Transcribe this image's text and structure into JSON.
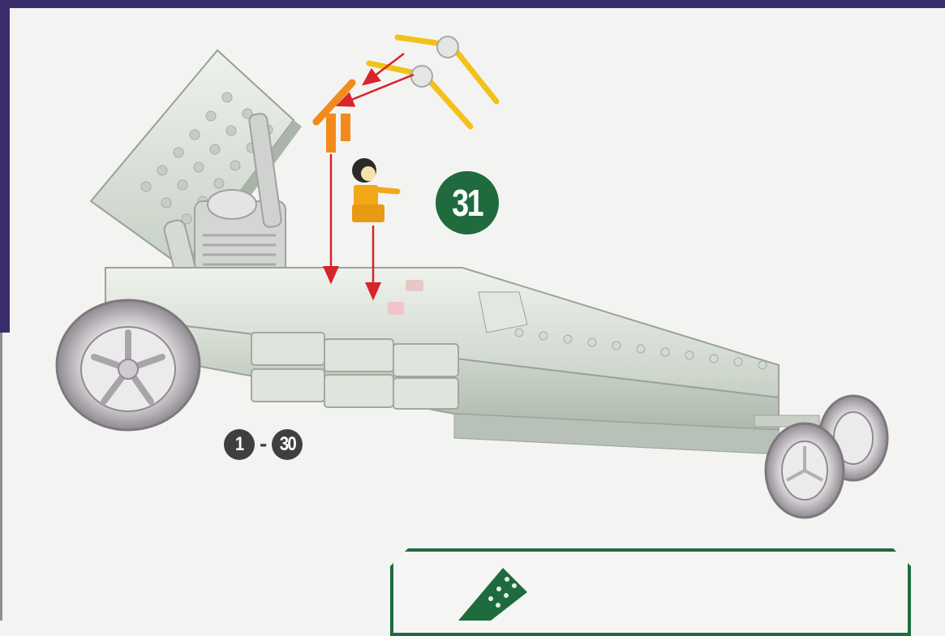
{
  "step": {
    "number": "31"
  },
  "previous_steps": {
    "from": "1",
    "separator": "-",
    "to": "30"
  },
  "colors": {
    "frame": "#3b2d6c",
    "accent_green": "#1f6b3e",
    "step_dark": "#3e3f3f",
    "arrow_red": "#d8242b",
    "part_orange": "#f28a1c",
    "part_yellow": "#f2c21a",
    "brick_light": "#d9e0d8"
  },
  "icons": {
    "new_parts": [
      "spoiler-mount-part",
      "wing-strut-part",
      "driver-minifigure"
    ],
    "model": "dragster-model"
  }
}
